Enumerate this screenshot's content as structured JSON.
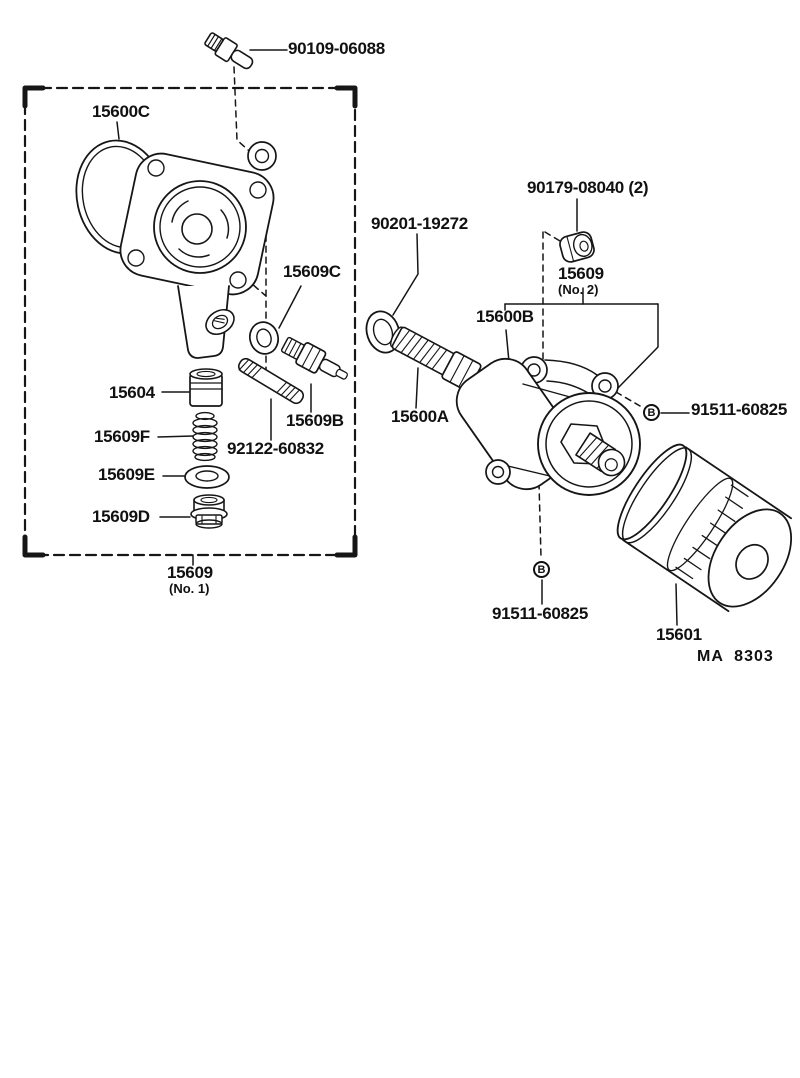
{
  "figure": {
    "code": "MA  8303",
    "marker_b": "B"
  },
  "parts": {
    "bolt_top": "90109-06088",
    "oring": "15600C",
    "gasket_c": "15609C",
    "relief_valve": "15604",
    "spring": "15609F",
    "washer_e": "15609E",
    "plug_d": "15609D",
    "switch_b": "15609B",
    "stud": "92122-60832",
    "union_no1": "15609",
    "union_no1_sub": "(No. 1)",
    "union_gasket": "90201-19272",
    "nut": "90179-08040 (2)",
    "union_no2": "15609",
    "union_no2_sub": "(No. 2)",
    "bracket": "15600B",
    "union_bolt": "15600A",
    "washer_right": "91511-60825",
    "washer_bottom": "91511-60825",
    "oil_filter": "15601"
  }
}
